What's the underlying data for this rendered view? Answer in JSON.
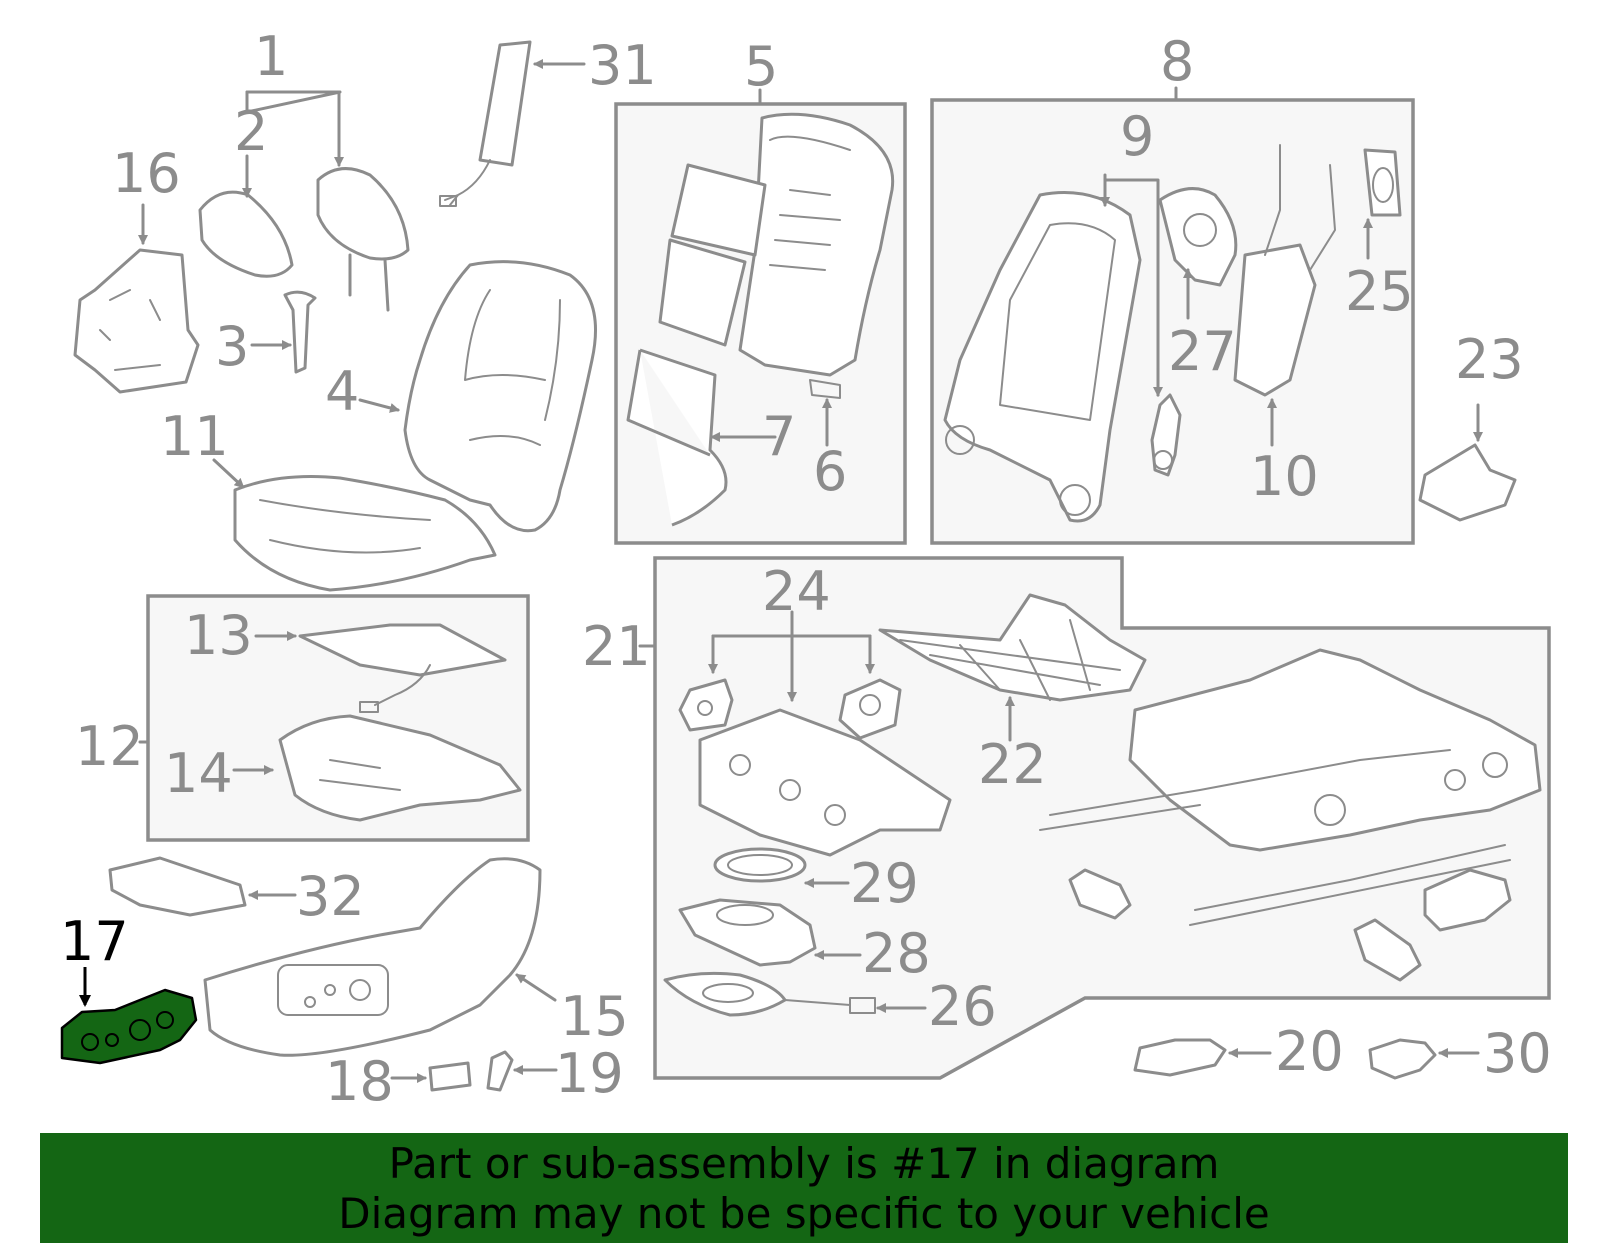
{
  "labels": [
    "1",
    "2",
    "3",
    "4",
    "5",
    "6",
    "7",
    "8",
    "9",
    "10",
    "11",
    "12",
    "13",
    "14",
    "15",
    "16",
    "17",
    "18",
    "19",
    "20",
    "21",
    "22",
    "23",
    "24",
    "25",
    "26",
    "27",
    "28",
    "29",
    "30",
    "31",
    "32"
  ],
  "highlight": {
    "label": "17",
    "color": "#146614"
  },
  "banner": {
    "line1": "Part or sub-assembly is #17 in diagram",
    "line2": "Diagram may not be specific to your vehicle",
    "background": "#146614"
  },
  "colors": {
    "line": "#8c8c8c",
    "box_fill": "#f7f7f7",
    "highlight_text": "#000000"
  }
}
